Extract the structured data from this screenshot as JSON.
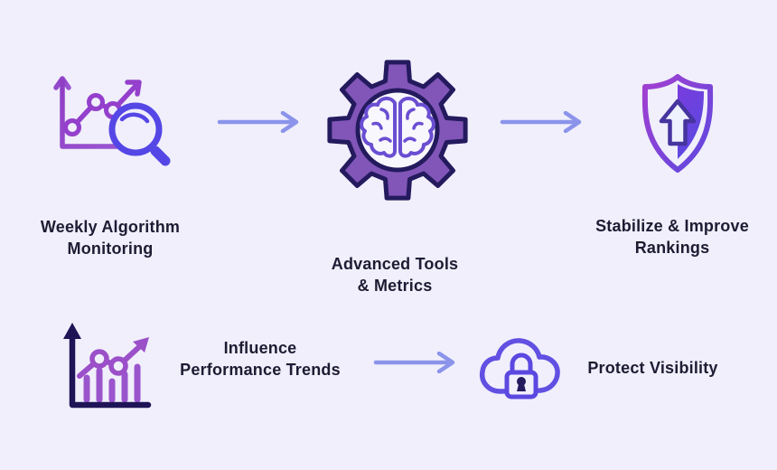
{
  "diagram_title": "SEO monitoring process flow",
  "colors": {
    "background": "#f0effb",
    "text": "#1d1c33",
    "arrow": "#8b94ea",
    "purple": "#9a43c6",
    "indigo": "#5b48e0",
    "gear_fill": "#8156b8",
    "outline_navy": "#241a5e",
    "bar_line_purple": "#9b4fc8",
    "cloud_indigo": "#6150e2"
  },
  "nodes": {
    "monitoring": {
      "icon": "line-chart-magnifier-icon",
      "label": "Weekly Algorithm\nMonitoring"
    },
    "tools": {
      "icon": "gear-brain-icon",
      "label": "Advanced Tools\n& Metrics"
    },
    "rankings": {
      "icon": "shield-upgrade-icon",
      "label": "Stabilize & Improve\nRankings"
    },
    "trends": {
      "icon": "bar-chart-growth-icon",
      "label": "Influence\nPerformance Trends"
    },
    "visibility": {
      "icon": "cloud-lock-icon",
      "label": "Protect Visibility"
    }
  },
  "connectors": [
    {
      "from": "monitoring",
      "to": "tools",
      "icon": "right-arrow-icon"
    },
    {
      "from": "tools",
      "to": "rankings",
      "icon": "right-arrow-icon"
    },
    {
      "from": "trends",
      "to": "visibility",
      "icon": "right-arrow-icon"
    }
  ]
}
